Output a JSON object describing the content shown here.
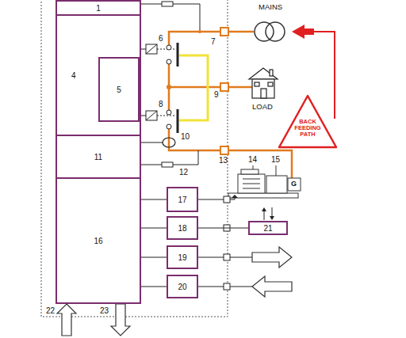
{
  "diagram": {
    "nodes": [
      {
        "text": [
          "1"
        ]
      },
      {
        "text": [
          "4"
        ]
      },
      {
        "text": [
          "5"
        ],
        "in": 1
      },
      {
        "text": [
          "BACK FEEDING PATH"
        ]
      },
      {
        "text": [
          "11"
        ]
      },
      {
        "text": [
          "16"
        ]
      },
      {
        "text": [
          "17"
        ]
      },
      {
        "text": [
          "18"
        ]
      },
      {
        "text": [
          "21"
        ]
      },
      {
        "text": [
          "19"
        ]
      },
      {
        "text": [
          "20"
        ]
      }
    ],
    "edges": [
      {
        "from": 5,
        "to": 6,
        "arrow": "none"
      },
      {
        "from": 5,
        "to": 7,
        "arrow": "none"
      },
      {
        "from": 5,
        "to": 9,
        "arrow": "none"
      },
      {
        "from": 5,
        "to": 10,
        "arrow": "none"
      },
      {
        "from": 7,
        "to": 8,
        "arrow": "none"
      }
    ],
    "labels": [
      "MAINS",
      "LOAD",
      "6",
      "7",
      "8",
      "9",
      "10",
      "12",
      "13",
      "14",
      "15",
      "G",
      "22",
      "23"
    ]
  }
}
